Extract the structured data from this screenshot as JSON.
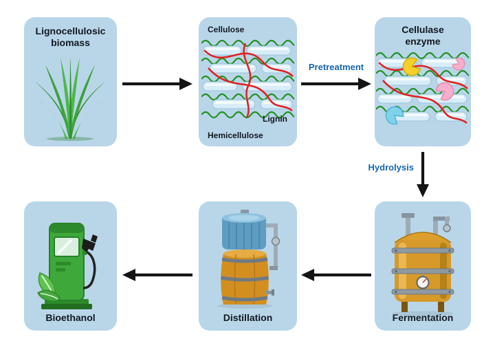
{
  "boxes": {
    "biomass": {
      "label": "Lignocellulosic biomass"
    },
    "structure": {
      "cellulose": "Cellulose",
      "lignin": "Lignin",
      "hemicellulose": "Hemicellulose"
    },
    "enzyme": {
      "label": "Cellulase enzyme"
    },
    "fermentation": {
      "label": "Fermentation"
    },
    "distillation": {
      "label": "Distillation"
    },
    "bioethanol": {
      "label": "Bioethanol"
    }
  },
  "arrows": {
    "pretreatment": "Pretreatment",
    "hydrolysis": "Hydrolysis"
  },
  "colors": {
    "box_background": "#b9d6e9",
    "arrow": "#141414",
    "process_label": "#1566b0"
  }
}
